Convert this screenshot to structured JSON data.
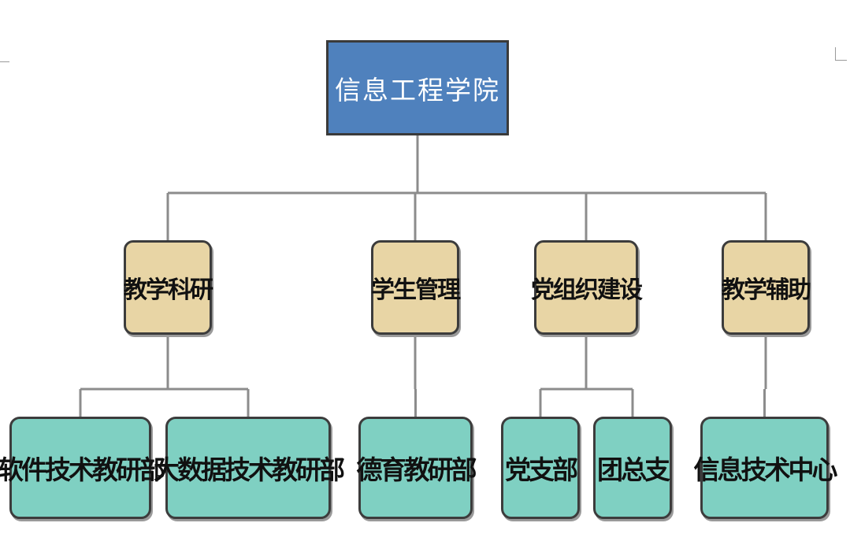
{
  "colors": {
    "root_fill": "#4f81bd",
    "mid_fill": "#e8d5a5",
    "leaf_fill": "#7fd0c2",
    "connector": "#8c8c8c"
  },
  "root": {
    "label": "信息工程学院"
  },
  "departments": [
    {
      "label": "教学科研"
    },
    {
      "label": "学生管理"
    },
    {
      "label": "党组织建设"
    },
    {
      "label": "教学辅助"
    }
  ],
  "units": [
    {
      "label": "软件技术教研部",
      "parent": 0
    },
    {
      "label": "大数据技术教研部",
      "parent": 0
    },
    {
      "label": "德育教研部",
      "parent": 1
    },
    {
      "label": "党支部",
      "parent": 2
    },
    {
      "label": "团总支",
      "parent": 2
    },
    {
      "label": "信息技术中心",
      "parent": 3
    }
  ]
}
